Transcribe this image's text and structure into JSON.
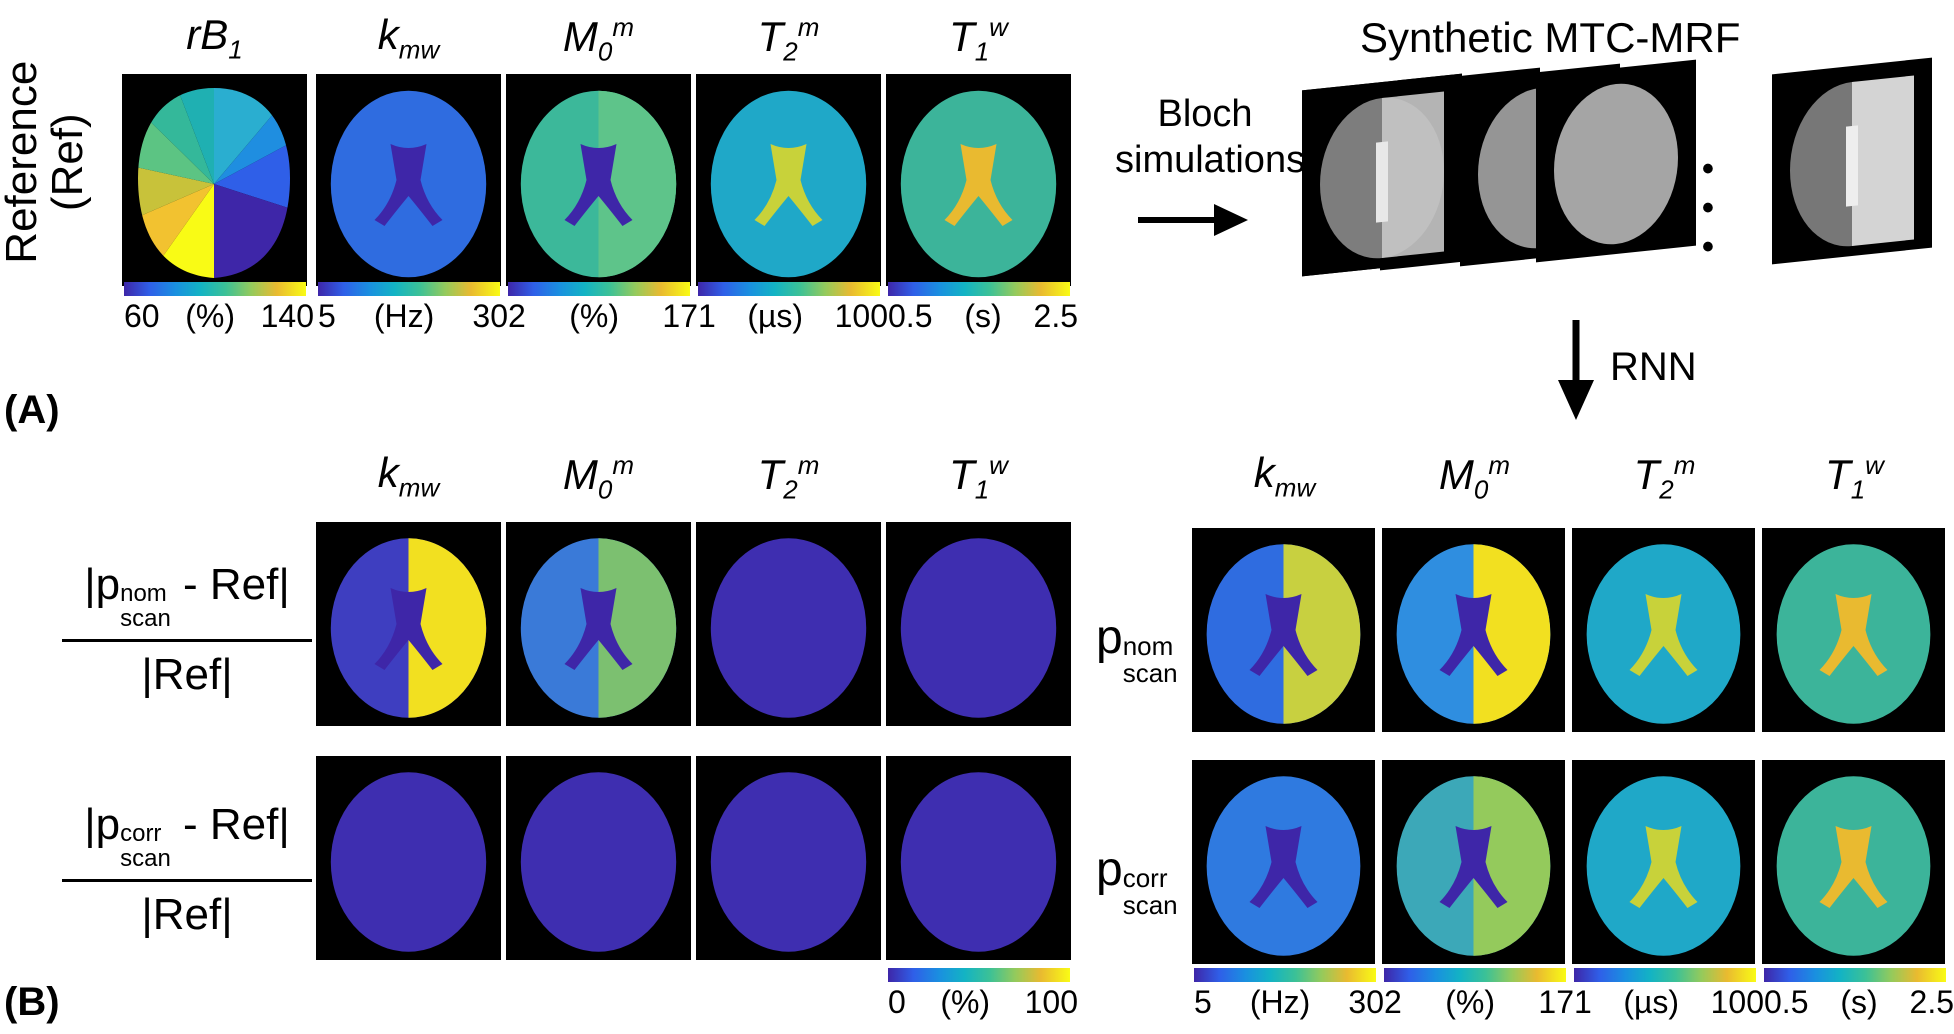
{
  "panel_a": {
    "label": "(A)",
    "row_label_main": "Reference",
    "row_label_sub": "(Ref)",
    "headers": [
      {
        "base": "rB",
        "sub": "1",
        "sup": ""
      },
      {
        "base": "k",
        "sub": "mw",
        "sup": ""
      },
      {
        "base": "M",
        "sub": "0",
        "sup": "m"
      },
      {
        "base": "T",
        "sub": "2",
        "sup": "m"
      },
      {
        "base": "T",
        "sub": "1",
        "sup": "w"
      }
    ],
    "colorbars": [
      {
        "min": "60",
        "unit": "(%)",
        "max": "140"
      },
      {
        "min": "5",
        "unit": "(Hz)",
        "max": "30"
      },
      {
        "min": "2",
        "unit": "(%)",
        "max": "17"
      },
      {
        "min": "1",
        "unit": "(µs)",
        "max": "100"
      },
      {
        "min": "0.5",
        "unit": "(s)",
        "max": "2.5"
      }
    ],
    "bloch_line1": "Bloch",
    "bloch_line2": "simulations",
    "synthetic_title": "Synthetic MTC-MRF",
    "ellipsis": "• • •",
    "rnn_label": "RNN"
  },
  "panel_b": {
    "label": "(B)",
    "headers": [
      {
        "base": "k",
        "sub": "mw",
        "sup": ""
      },
      {
        "base": "M",
        "sub": "0",
        "sup": "m"
      },
      {
        "base": "T",
        "sub": "2",
        "sup": "m"
      },
      {
        "base": "T",
        "sub": "1",
        "sup": "w"
      }
    ],
    "err_nom": {
      "p": "|p",
      "sup": "nom",
      "sub": "scan",
      "rest": " - Ref|",
      "den": "|Ref|"
    },
    "err_corr": {
      "p": "|p",
      "sup": "corr",
      "sub": "scan",
      "rest": " - Ref|",
      "den": "|Ref|"
    },
    "p_nom": {
      "p": "p",
      "sup": "nom",
      "sub": "scan"
    },
    "p_corr": {
      "p": "p",
      "sup": "corr",
      "sub": "scan"
    },
    "error_colorbar": {
      "min": "0",
      "unit": "(%)",
      "max": "100"
    },
    "map_colorbars": [
      {
        "min": "5",
        "unit": "(Hz)",
        "max": "30"
      },
      {
        "min": "2",
        "unit": "(%)",
        "max": "17"
      },
      {
        "min": "1",
        "unit": "(µs)",
        "max": "100"
      },
      {
        "min": "0.5",
        "unit": "(s)",
        "max": "2.5"
      }
    ]
  }
}
